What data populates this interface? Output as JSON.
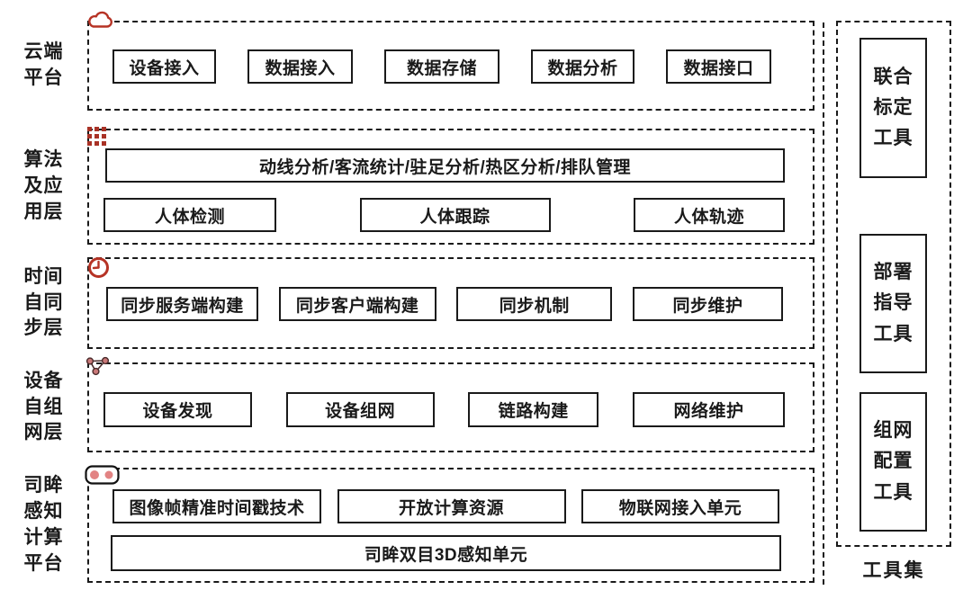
{
  "layers": [
    {
      "label": "云端\n平台",
      "icon": "cloud-icon",
      "rows": [
        {
          "boxes": [
            "设备接入",
            "数据接入",
            "数据存储",
            "数据分析",
            "数据接口"
          ]
        }
      ]
    },
    {
      "label": "算法\n及应\n用层",
      "icon": "grid-dots-icon",
      "rows": [
        {
          "boxes": [
            "动线分析/客流统计/驻足分析/热区分析/排队管理"
          ]
        },
        {
          "boxes": [
            "人体检测",
            "人体跟踪",
            "人体轨迹"
          ]
        }
      ]
    },
    {
      "label": "时间\n自同\n步层",
      "icon": "clock-icon",
      "rows": [
        {
          "boxes": [
            "同步服务端构建",
            "同步客户端构建",
            "同步机制",
            "同步维护"
          ]
        }
      ]
    },
    {
      "label": "设备\n自组\n网层",
      "icon": "network-icon",
      "rows": [
        {
          "boxes": [
            "设备发现",
            "设备组网",
            "链路构建",
            "网络维护"
          ]
        }
      ]
    },
    {
      "label": "司眸\n感知\n计算\n平台",
      "icon": "stereo-camera-icon",
      "rows": [
        {
          "boxes": [
            "图像帧精准时间戳技术",
            "开放计算资源",
            "物联网接入单元"
          ]
        },
        {
          "boxes": [
            "司眸双目3D感知单元"
          ]
        }
      ]
    }
  ],
  "toolset": {
    "label": "工具集",
    "tools": [
      "联合\n标定\n工具",
      "部署\n指导\n工具",
      "组网\n配置\n工具"
    ]
  },
  "colors": {
    "line": "#1a1a1a",
    "icon_red": "#b63325",
    "node_fill": "#c97878",
    "pill_dot": "#e28383"
  }
}
